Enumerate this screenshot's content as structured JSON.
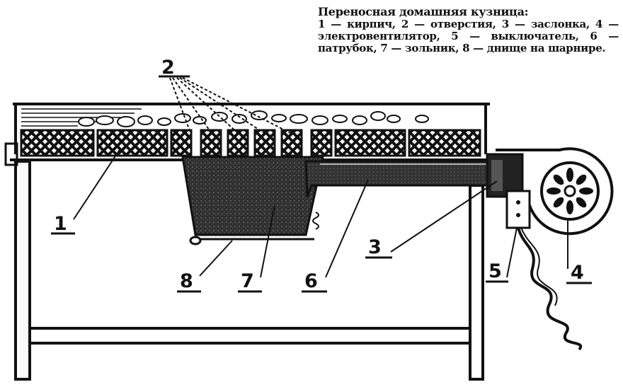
{
  "caption": {
    "title": "Переносная домашняя кузница:",
    "body": "1 — кирпич, 2 — отверстия, 3 — заслонка, 4 — электровентилятор, 5 — выключатель, 6 — патрубок, 7 — зольник, 8 — днище на шарнире."
  },
  "labels": {
    "l1": "1",
    "l2": "2",
    "l3": "3",
    "l4": "4",
    "l5": "5",
    "l6": "6",
    "l7": "7",
    "l8": "8"
  },
  "colors": {
    "ink": "#111111",
    "paper": "#ffffff",
    "ash": "#3a3a3a"
  }
}
